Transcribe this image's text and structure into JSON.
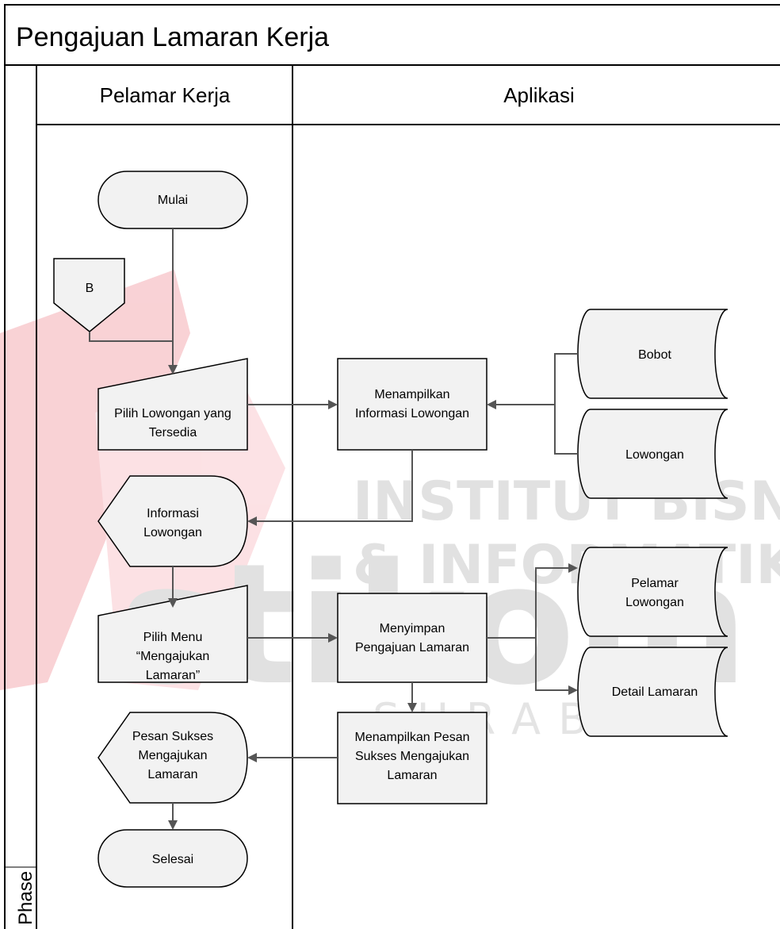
{
  "diagram": {
    "title": "Pengajuan Lamaran Kerja",
    "phase_label": "Phase",
    "lanes": [
      {
        "id": "lane-pelamar",
        "title": "Pelamar Kerja"
      },
      {
        "id": "lane-aplikasi",
        "title": "Aplikasi"
      }
    ],
    "nodes": {
      "mulai": {
        "lines": [
          "Mulai"
        ]
      },
      "connector_b": {
        "lines": [
          "B"
        ]
      },
      "pilih_lowongan": {
        "lines": [
          "Pilih Lowongan yang",
          "Tersedia"
        ]
      },
      "menampilkan_info": {
        "lines": [
          "Menampilkan",
          "Informasi Lowongan"
        ]
      },
      "bobot": {
        "lines": [
          "Bobot"
        ]
      },
      "lowongan_db": {
        "lines": [
          "Lowongan"
        ]
      },
      "informasi_lowongan": {
        "lines": [
          "Informasi",
          "Lowongan"
        ]
      },
      "pilih_menu": {
        "lines": [
          "Pilih Menu",
          "“Mengajukan",
          "Lamaran”"
        ]
      },
      "menyimpan": {
        "lines": [
          "Menyimpan",
          "Pengajuan Lamaran"
        ]
      },
      "pelamar_lowongan": {
        "lines": [
          "Pelamar",
          "Lowongan"
        ]
      },
      "detail_lamaran": {
        "lines": [
          "Detail Lamaran"
        ]
      },
      "menampilkan_pesan": {
        "lines": [
          "Menampilkan Pesan",
          "Sukses Mengajukan",
          "Lamaran"
        ]
      },
      "pesan_sukses": {
        "lines": [
          "Pesan Sukses",
          "Mengajukan",
          "Lamaran"
        ]
      },
      "selesai": {
        "lines": [
          "Selesai"
        ]
      }
    }
  },
  "watermark": {
    "line1": "INSTITUT BISNIS",
    "line2": "& INFORMATIKA",
    "brand": "stikom",
    "city": "SURABAYA"
  },
  "colors": {
    "node_fill": "#f2f2f2",
    "stroke": "#000000",
    "arrow": "#555555",
    "watermark_red": "#f7c3c8",
    "watermark_grey": "#d9d9d9"
  }
}
